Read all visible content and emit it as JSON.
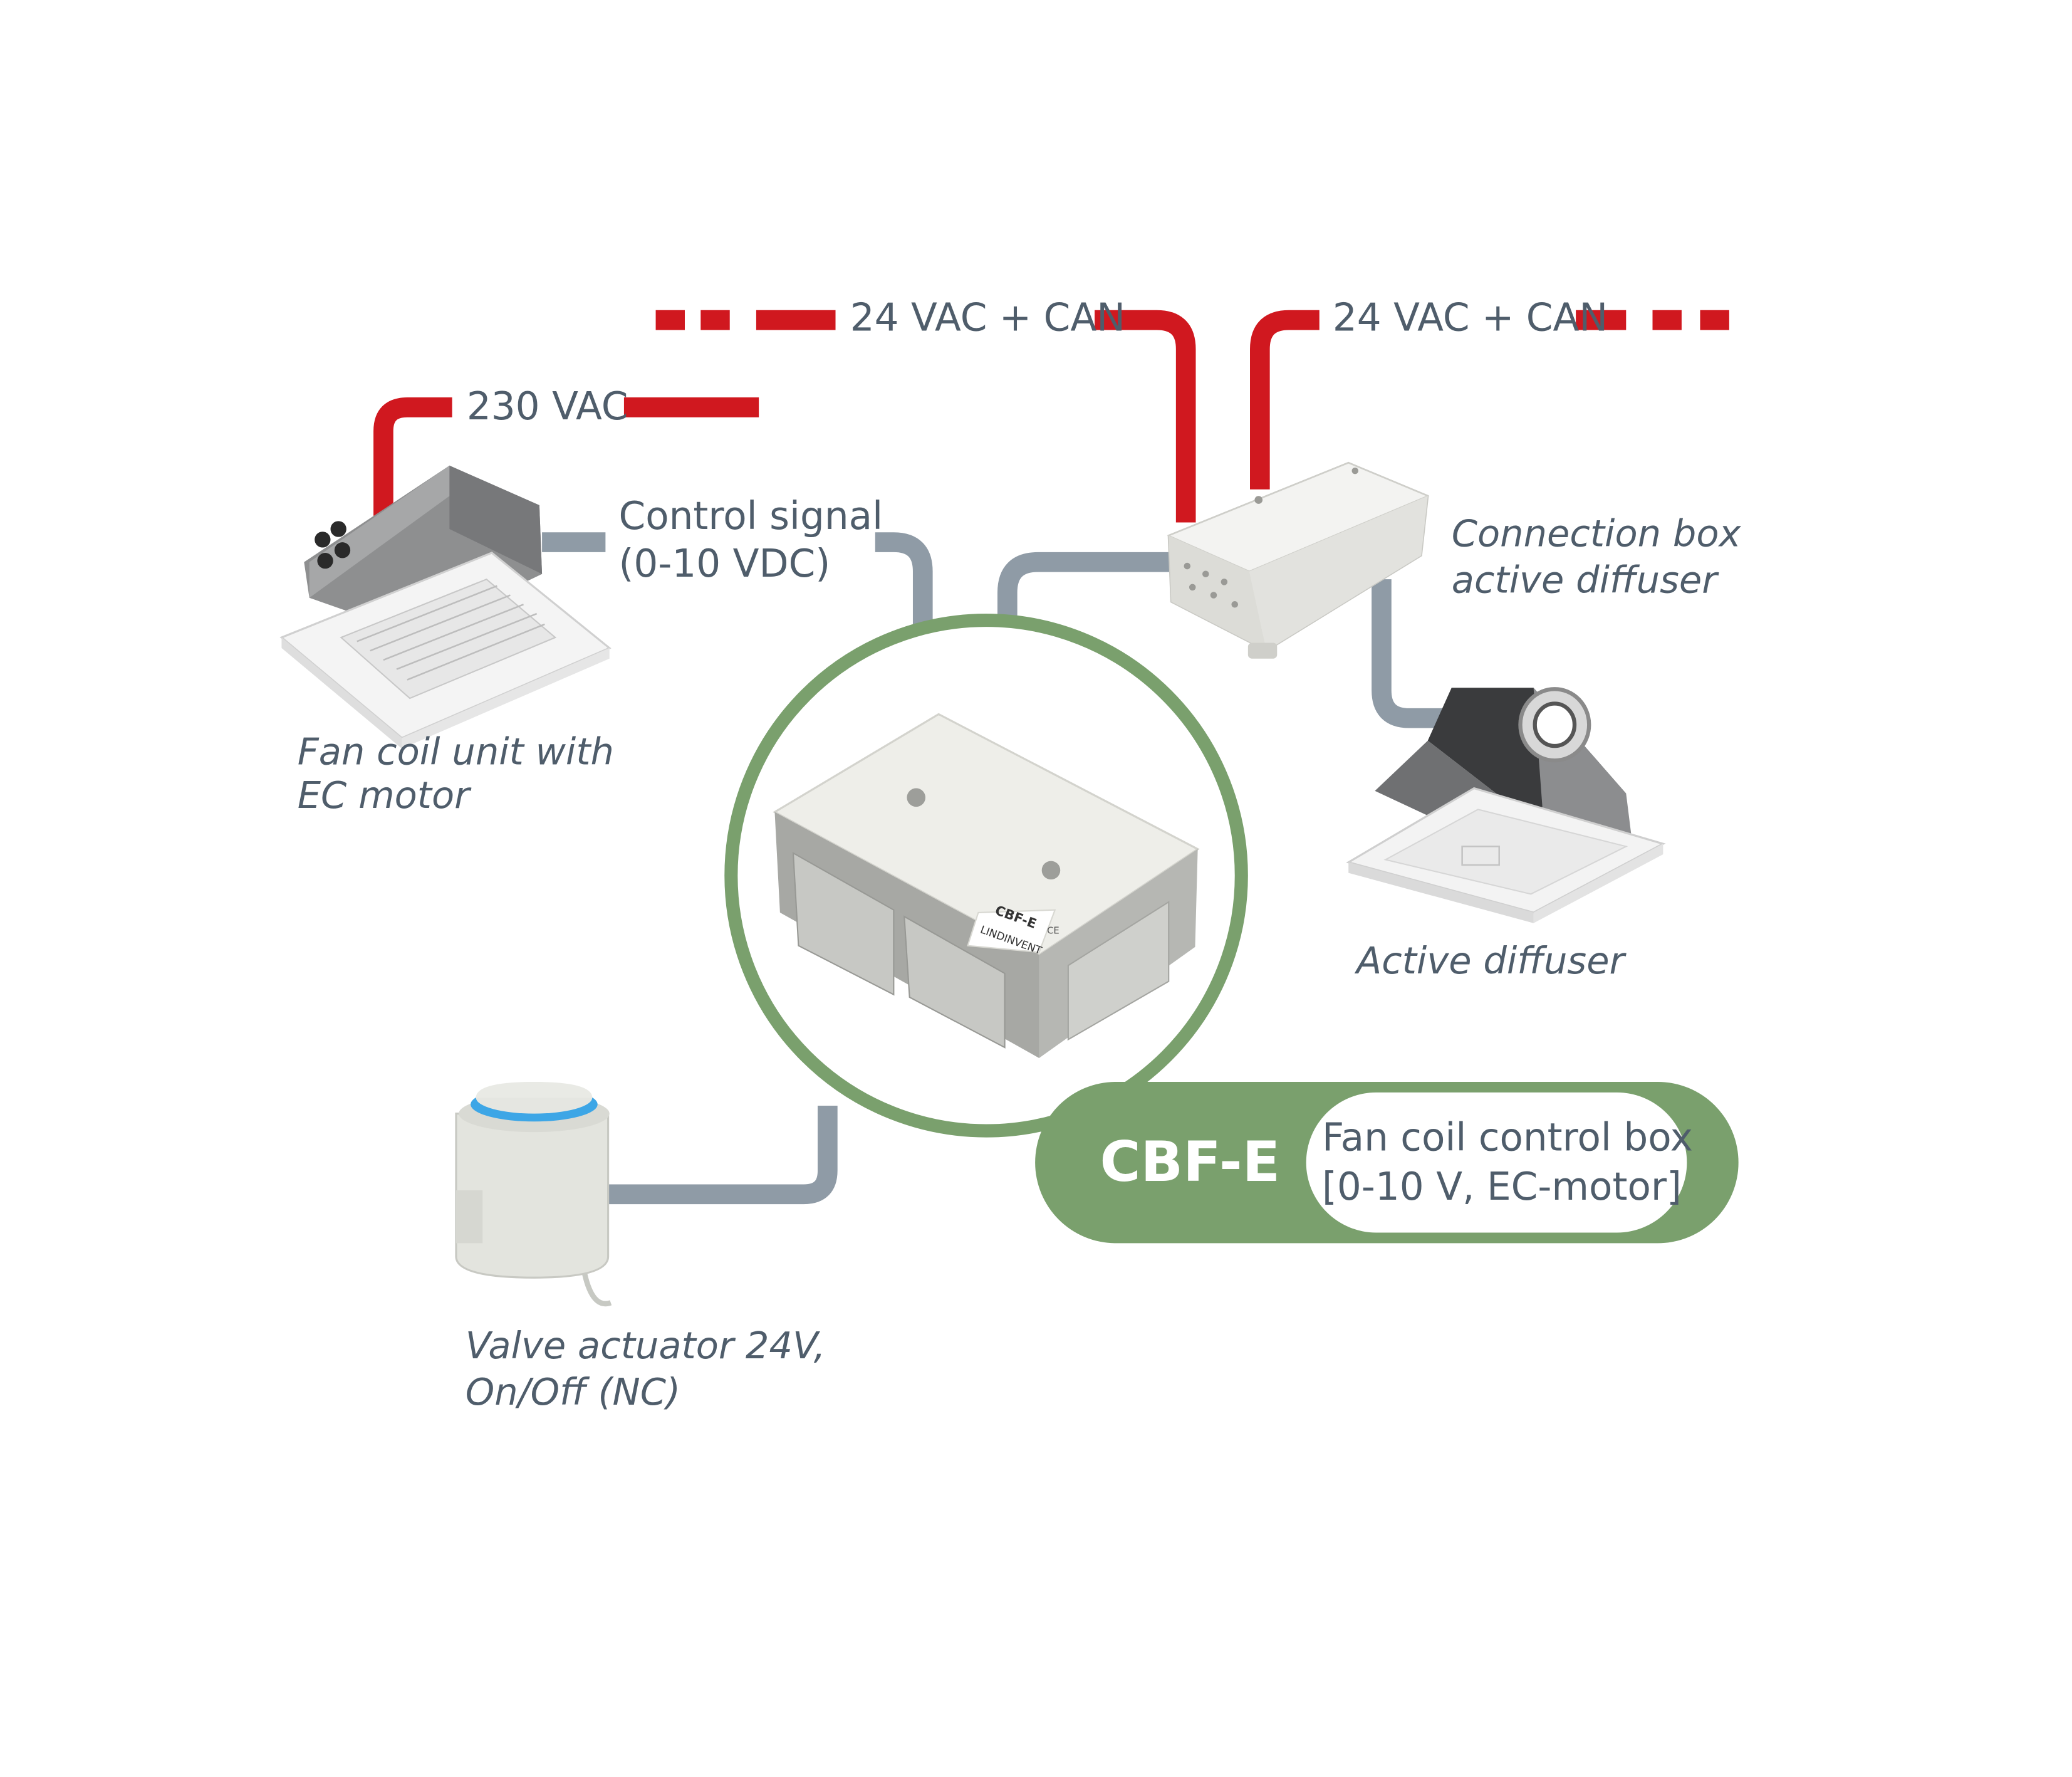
{
  "labels": {
    "mains_power": "230 VAC",
    "bus_left": "24 VAC + CAN",
    "bus_right": "24 VAC + CAN",
    "control_signal_line1": "Control signal",
    "control_signal_line2": "(0-10 VDC)",
    "fan_coil_line1": "Fan coil unit with",
    "fan_coil_line2": "EC motor",
    "connection_box_line1": "Connection box",
    "connection_box_line2": "active diffuser",
    "active_diffuser": "Active diffuser",
    "valve_line1": "Valve actuator 24V,",
    "valve_line2": "On/Off (NC)"
  },
  "product": {
    "code": "CBF-E",
    "desc_line1": "Fan coil control box",
    "desc_line2": "[0-10 V, EC-motor]",
    "box_label": "CBF-E",
    "brand": "LINDINVENT",
    "ce_mark": "CE"
  },
  "colors": {
    "power": "#d0181f",
    "signal": "#8f9ba6",
    "accent": "#7aa06d",
    "text": "#4f5d6b"
  }
}
